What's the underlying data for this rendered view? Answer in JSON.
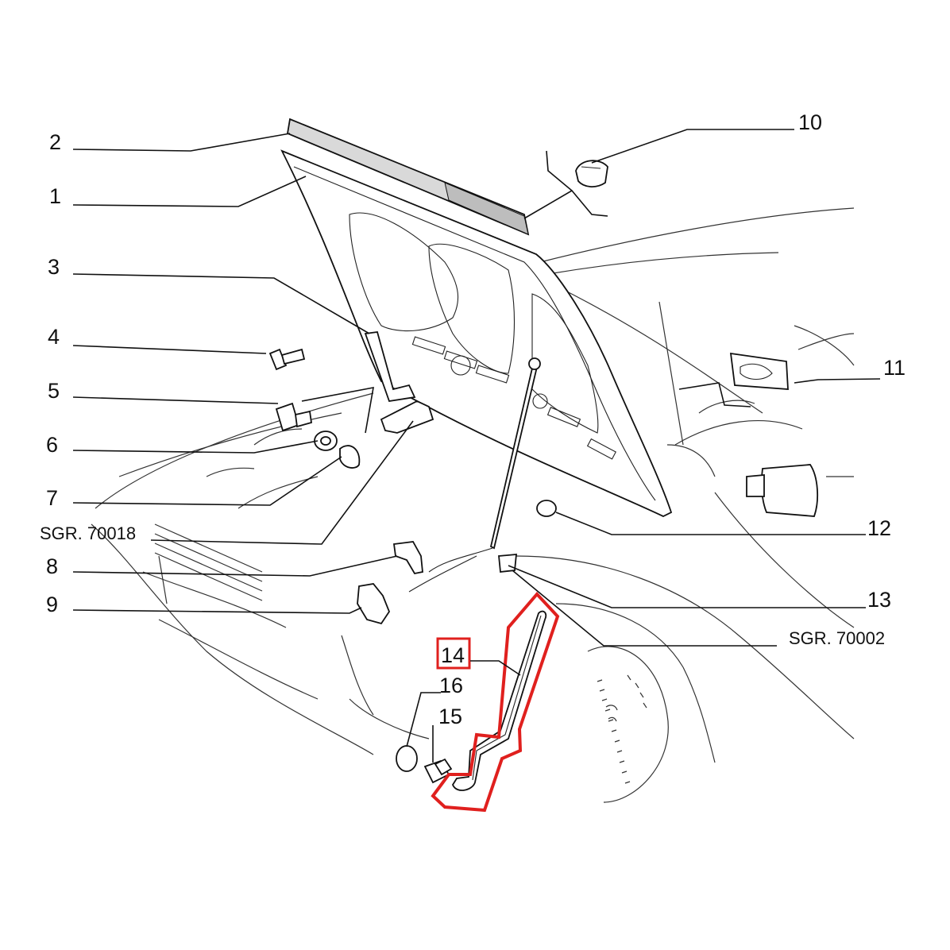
{
  "callouts": {
    "c1": "1",
    "c2": "2",
    "c3": "3",
    "c4": "4",
    "c5": "5",
    "c6": "6",
    "c7": "7",
    "c8": "8",
    "c9": "9",
    "c10": "10",
    "c11": "11",
    "c12": "12",
    "c13": "13",
    "c14": "14",
    "c15": "15",
    "c16": "16"
  },
  "references": {
    "sgr_left": "SGR. 70018",
    "sgr_right": "SGR. 70002"
  },
  "highlight": {
    "part_number": "14",
    "color": "#e0201e"
  }
}
